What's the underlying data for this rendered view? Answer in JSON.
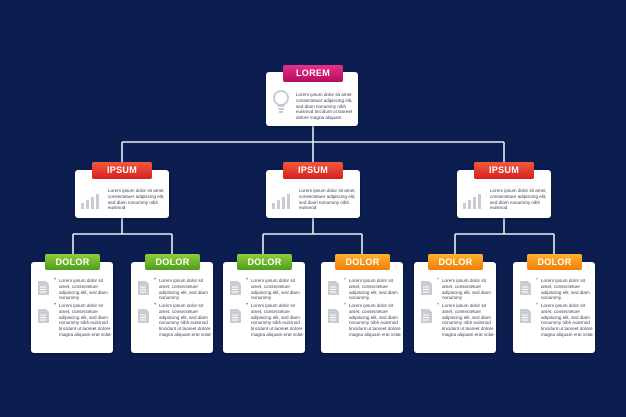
{
  "colors": {
    "background": "#0c1e4f",
    "connector": "#e9ecf4",
    "lorem_label": "#c81e73",
    "ipsum_label": "#e23a2c",
    "dolor_green": "#6cb52c",
    "dolor_orange": "#f6941a"
  },
  "top": {
    "label": "LOREM",
    "icon": "lightbulb-icon",
    "text": "Lorem ipsum dolor sit amet, consectetuer adipiscing elit, sed diam nonummy nibh euismod tincidunt ut laoreet dolore magna aliquam"
  },
  "middle": [
    {
      "label": "IPSUM",
      "icon": "bar-chart-icon",
      "text": "Lorem ipsum dolor sit amet, consectetuer adipiscing elit, sed diam nonummy nibh euismod"
    },
    {
      "label": "IPSUM",
      "icon": "bar-chart-icon",
      "text": "Lorem ipsum dolor sit amet, consectetuer adipiscing elit, sed diam nonummy nibh euismod"
    },
    {
      "label": "IPSUM",
      "icon": "bar-chart-icon",
      "text": "Lorem ipsum dolor sit amet, consectetuer adipiscing elit, sed diam nonummy nibh euismod"
    }
  ],
  "leaves": [
    {
      "label": "DOLOR",
      "color": "green",
      "icon": "document-icon",
      "bullet1": "Lorem ipsum dolor sit amet, consectetuer adipiscing elit, sed diam nonummy",
      "bullet2": "Lorem ipsum dolor sit amet, consectetuer adipiscing elit, sed diam nonummy nibh euismod tincidunt ut laoreet dolore magna aliquam erat volut-"
    },
    {
      "label": "DOLOR",
      "color": "green",
      "icon": "document-icon",
      "bullet1": "Lorem ipsum dolor sit amet, consectetuer adipiscing elit, sed diam nonummy",
      "bullet2": "Lorem ipsum dolor sit amet, consectetuer adipiscing elit, sed diam nonummy nibh euismod tincidunt ut laoreet dolore magna aliquam erat volut-"
    },
    {
      "label": "DOLOR",
      "color": "green",
      "icon": "document-icon",
      "bullet1": "Lorem ipsum dolor sit amet, consectetuer adipiscing elit, sed diam nonummy",
      "bullet2": "Lorem ipsum dolor sit amet, consectetuer adipiscing elit, sed diam nonummy nibh euismod tincidunt ut laoreet dolore magna aliquam erat volut-"
    },
    {
      "label": "DOLOR",
      "color": "orange",
      "icon": "document-icon",
      "bullet1": "Lorem ipsum dolor sit amet, consectetuer adipiscing elit, sed diam nonummy",
      "bullet2": "Lorem ipsum dolor sit amet, consectetuer adipiscing elit, sed diam nonummy nibh euismod tincidunt ut laoreet dolore magna aliquam erat volut-"
    },
    {
      "label": "DOLOR",
      "color": "orange",
      "icon": "document-icon",
      "bullet1": "Lorem ipsum dolor sit amet, consectetuer adipiscing elit, sed diam nonummy",
      "bullet2": "Lorem ipsum dolor sit amet, consectetuer adipiscing elit, sed diam nonummy nibh euismod tincidunt ut laoreet dolore magna aliquam erat volut-"
    },
    {
      "label": "DOLOR",
      "color": "orange",
      "icon": "document-icon",
      "bullet1": "Lorem ipsum dolor sit amet, consectetuer adipiscing elit, sed diam nonummy",
      "bullet2": "Lorem ipsum dolor sit amet, consectetuer adipiscing elit, sed diam nonummy nibh euismod tincidunt ut laoreet dolore magna aliquam erat volut-"
    }
  ]
}
